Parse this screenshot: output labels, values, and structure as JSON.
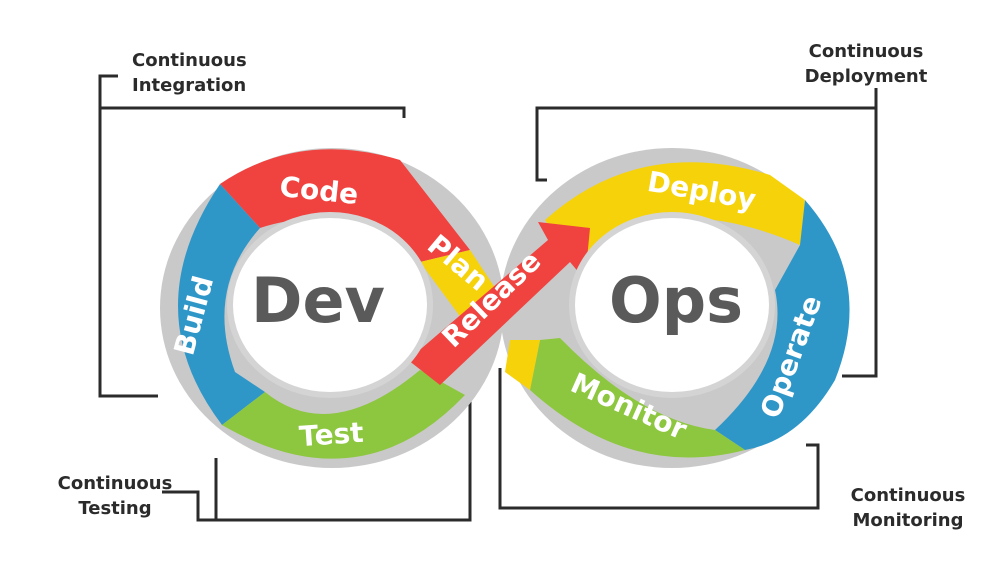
{
  "center": {
    "left": "Dev",
    "right": "Ops"
  },
  "stages": {
    "code": "Code",
    "plan": "Plan",
    "build": "Build",
    "test": "Test",
    "release": "Release",
    "deploy": "Deploy",
    "operate": "Operate",
    "monitor": "Monitor"
  },
  "annotations": {
    "integration": [
      "Continuous",
      "Integration"
    ],
    "deployment": [
      "Continuous",
      "Deployment"
    ],
    "testing": [
      "Continuous",
      "Testing"
    ],
    "monitoring": [
      "Continuous",
      "Monitoring"
    ]
  },
  "colors": {
    "red": "#f0423f",
    "yellow": "#f6d20a",
    "blue": "#2f97c8",
    "green": "#8dc63f",
    "rim": "#d4d4d4",
    "text_dark": "#5a5a5a",
    "bracket": "#2b2b2b"
  }
}
